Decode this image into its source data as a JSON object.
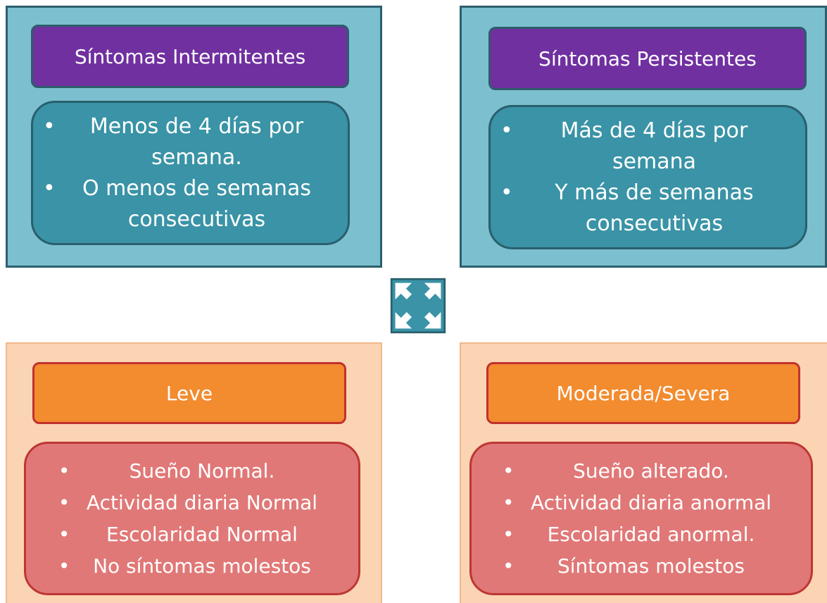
{
  "top_left": {
    "title": "Síntomas Intermitentes",
    "items": [
      "Menos de 4 días por semana.",
      "O menos de semanas consecutivas"
    ]
  },
  "top_right": {
    "title": "Síntomas Persistentes",
    "items": [
      "Más de 4 días por semana",
      "Y más de semanas consecutivas"
    ]
  },
  "bottom_left": {
    "title": "Leve",
    "items": [
      "Sueño Normal.",
      "Actividad diaria Normal",
      "Escolaridad Normal",
      "No síntomas molestos"
    ]
  },
  "bottom_right": {
    "title": "Moderada/Severa",
    "items": [
      "Sueño alterado.",
      "Actividad diaria anormal",
      "Escolaridad anormal.",
      "Síntomas molestos"
    ]
  },
  "center_icon": "four-way-arrows-icon",
  "colors": {
    "blue_panel": "#7cc0d0",
    "purple_header": "#7030a0",
    "teal_box": "#3a93a6",
    "peach_panel": "#fbd4b4",
    "orange_header": "#f38b2f",
    "red_box": "#e07877"
  }
}
